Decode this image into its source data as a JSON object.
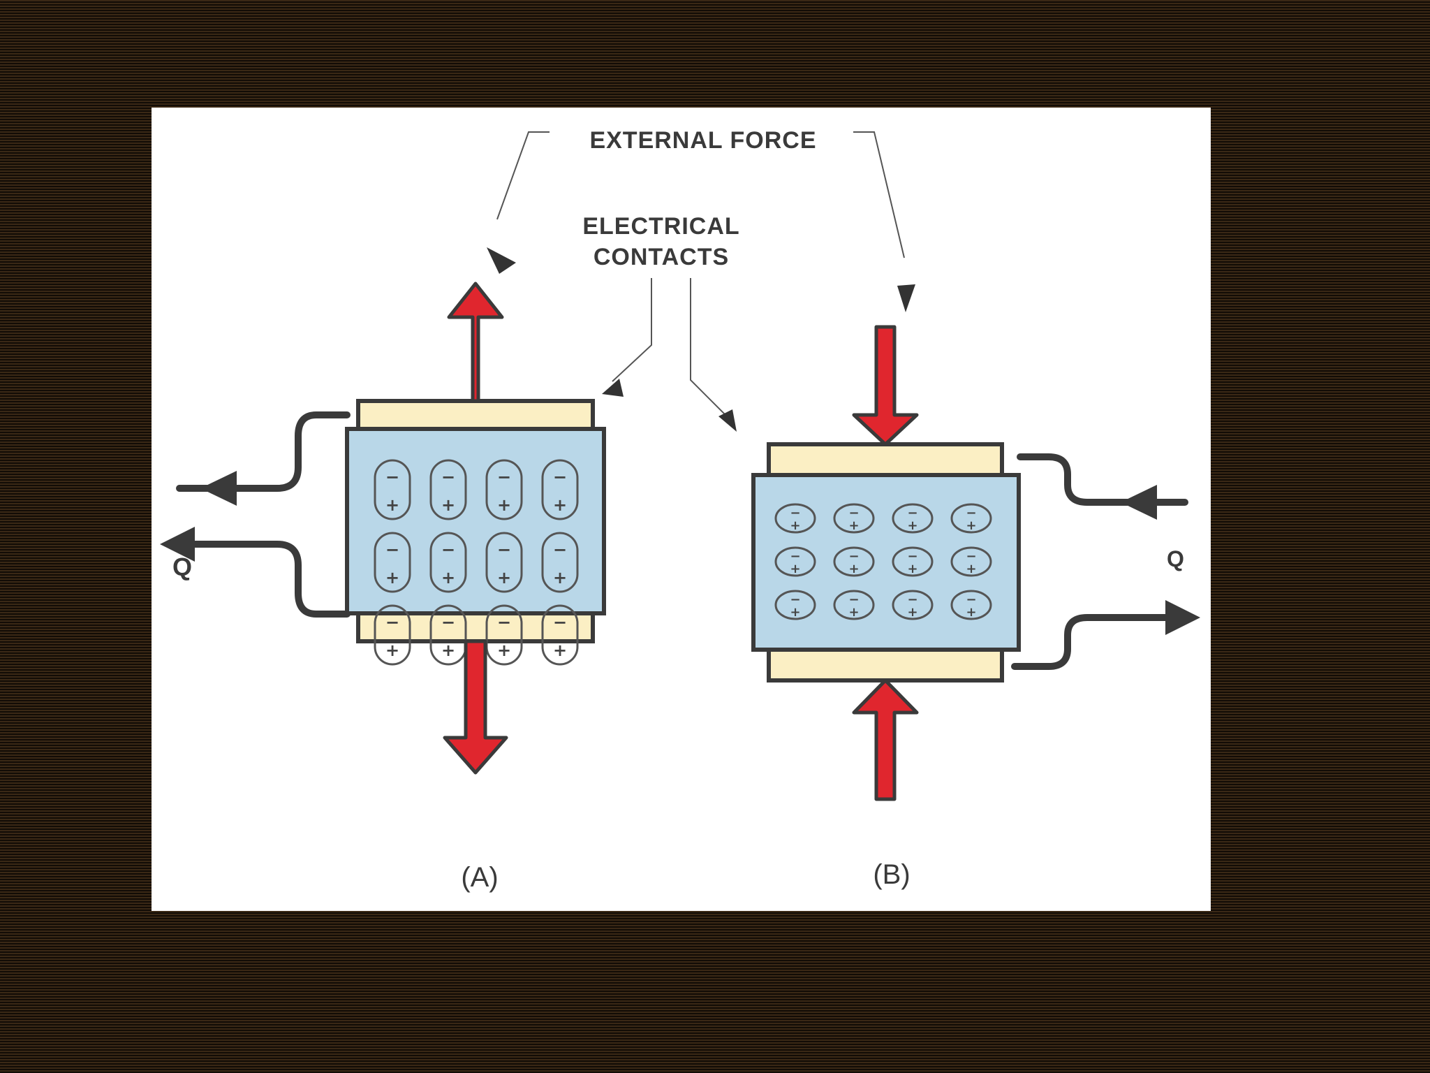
{
  "labels": {
    "external_force": "EXTERNAL FORCE",
    "electrical_contacts_line1": "ELECTRICAL",
    "electrical_contacts_line2": "CONTACTS",
    "q_left": "Q",
    "q_right": "Q",
    "panel_a": "(A)",
    "panel_b": "(B)"
  },
  "dipole": {
    "negative_sign": "−",
    "positive_sign": "+"
  },
  "colors": {
    "crystal_fill": "#b9d7e8",
    "contact_fill": "#fbefc4",
    "force_arrow": "#e0262e",
    "outline": "#3a3a3a",
    "wire": "#3a3a3a"
  },
  "icons": {
    "force_arrow": "red-block-arrow-icon",
    "current_arrow": "black-arrowhead-icon"
  },
  "panels": [
    {
      "id": "A",
      "force_direction": "outward",
      "dipole_rows": 3,
      "dipole_cols": 4
    },
    {
      "id": "B",
      "force_direction": "inward",
      "dipole_rows": 3,
      "dipole_cols": 4
    }
  ]
}
